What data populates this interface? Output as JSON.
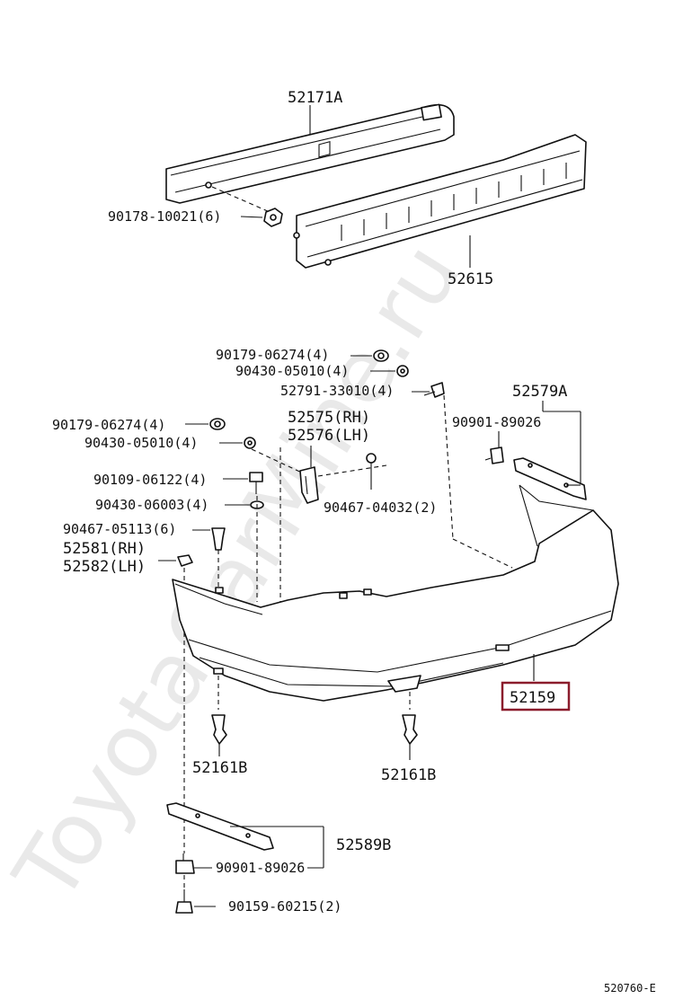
{
  "watermark": "ToyotaCarMine.ru",
  "diagram_code": "520760-E",
  "highlight_color": "#8b1c2c",
  "labels": {
    "p52171a": "52171A",
    "p90178": "90178-10021(6)",
    "p52615": "52615",
    "p90179a": "90179-06274(4)",
    "p90430a": "90430-05010(4)",
    "p52791": "52791-33010(4)",
    "p52579a": "52579A",
    "p90901a": "90901-89026",
    "p90179b": "90179-06274(4)",
    "p90430b": "90430-05010(4)",
    "p52575": "52575(RH)",
    "p52576": "52576(LH)",
    "p90109": "90109-06122(4)",
    "p90430c": "90430-06003(4)",
    "p90467a": "90467-04032(2)",
    "p90467b": "90467-05113(6)",
    "p52581": "52581(RH)",
    "p52582": "52582(LH)",
    "p52159": "52159",
    "p52161b_left": "52161B",
    "p52161b_right": "52161B",
    "p52589b": "52589B",
    "p90901b": "90901-89026",
    "p90159": "90159-60215(2)"
  }
}
